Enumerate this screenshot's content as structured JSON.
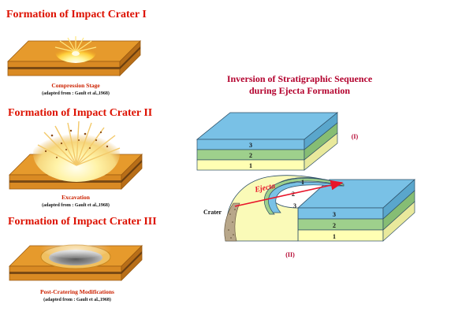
{
  "panels": [
    {
      "title": "Formation of Impact Crater I",
      "stage": "Compression Stage",
      "credit": "(adapted from : Gault et al.,1968)"
    },
    {
      "title": "Formation of Impact Crater II",
      "stage": "Excavation",
      "credit": "(adapted from : Gault et al.,1968)"
    },
    {
      "title": "Formation of Impact Crater III",
      "stage": "Post-Cratering Modifications",
      "credit": "(adapted from : Gault et al.,1968)"
    }
  ],
  "sequence": {
    "title_line1": "Inversion of Stratigraphic Sequence",
    "title_line2": "during Ejecta Formation",
    "stage1_label": "(I)",
    "stage2_label": "(II)",
    "layers_block1": [
      "3",
      "2",
      "1"
    ],
    "layers_block2": [
      "3",
      "2",
      "1"
    ],
    "inverted_layers": [
      "1",
      "2",
      "3"
    ],
    "ejecta_label": "Ejecta",
    "crater_label": "Crater"
  },
  "colors": {
    "title_red": "#dd1100",
    "stage_red": "#cc2200",
    "sequence_title": "#b3002d",
    "crater_orange": "#d98a23",
    "crater_top": "#e69a2c",
    "stratum_brown": "#7a4a14",
    "layer_blue": "#79c1e6",
    "layer_green": "#9ed08c",
    "layer_yellow": "#ffffb3",
    "ejecta_yellow": "#fafab8",
    "arrow_red": "#e8142a"
  }
}
